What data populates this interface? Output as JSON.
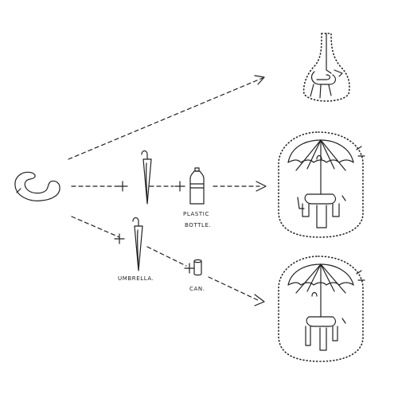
{
  "labels": {
    "plastic_line1": "PLASTIC",
    "plastic_line2": "BOTTLE.",
    "umbrella": "UMBRELLA.",
    "can": "CAN."
  },
  "items": [
    {
      "name": "seat-ring",
      "icon": "c-shaped-seat-icon"
    },
    {
      "name": "umbrella",
      "icon": "closed-umbrella-icon"
    },
    {
      "name": "plastic-bottle",
      "icon": "bottle-icon"
    },
    {
      "name": "can",
      "icon": "can-icon"
    }
  ],
  "results": [
    {
      "name": "seat-with-plastic-bottle",
      "icon": "stool-in-bottle-icon"
    },
    {
      "name": "seat-umbrella-bottles",
      "icon": "umbrella-stool-bottles-icon"
    },
    {
      "name": "seat-umbrella-cans",
      "icon": "umbrella-stool-cans-icon"
    }
  ],
  "colors": {
    "ink": "#222222",
    "background": "#ffffff"
  }
}
